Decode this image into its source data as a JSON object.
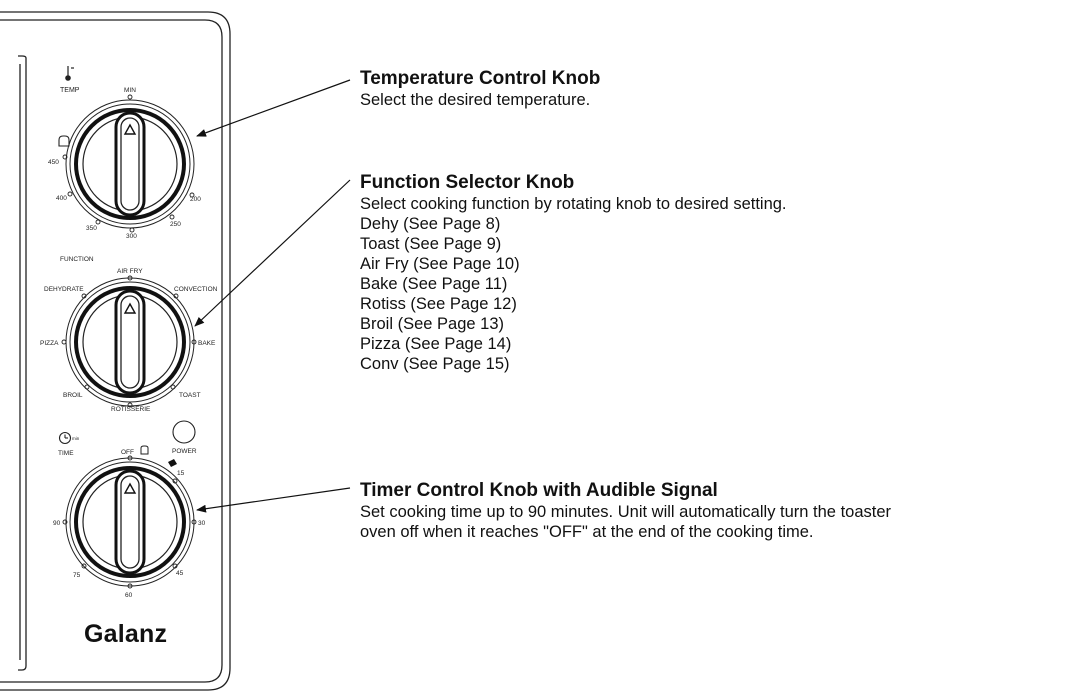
{
  "panel": {
    "temp_section_label": "TEMP",
    "temp_scale": {
      "min": "MIN",
      "t450": "450",
      "t400": "400",
      "t350": "350",
      "t300": "300",
      "t250": "250",
      "t200": "200"
    },
    "function_section_label": "FUNCTION",
    "function_scale": {
      "air_fry": "AIR FRY",
      "dehydrate": "DEHYDRATE",
      "convection": "CONVECTION",
      "pizza": "PIZZA",
      "bake": "BAKE",
      "broil": "BROIL",
      "toast": "TOAST",
      "rotisserie": "ROTISSERIE"
    },
    "time_section_label": "TIME",
    "time_icon_sub": "min",
    "power_label": "POWER",
    "timer_scale": {
      "off": "OFF",
      "m15": "15",
      "m30": "30",
      "m45": "45",
      "m60": "60",
      "m75": "75",
      "m90": "90"
    },
    "brand": "Galanz"
  },
  "callouts": {
    "temperature": {
      "title": "Temperature Control Knob",
      "lines": [
        "Select the desired temperature."
      ]
    },
    "function": {
      "title": "Function Selector Knob",
      "lines": [
        "Select cooking function by rotating knob to desired setting.",
        "Dehy (See Page 8)",
        "Toast (See Page 9)",
        "Air Fry (See Page 10)",
        "Bake (See Page 11)",
        "Rotiss (See Page 12)",
        "Broil (See Page 13)",
        "Pizza (See Page 14)",
        "Conv (See Page 15)"
      ]
    },
    "timer": {
      "title": "Timer Control Knob with Audible Signal",
      "lines": [
        "Set cooking time up to 90 minutes. Unit will automatically turn the toaster",
        "oven off when it reaches \"OFF\" at the end of the cooking time."
      ]
    }
  },
  "icons": {
    "thermometer": "thermometer-icon",
    "toast": "toast-icon",
    "clock": "clock-icon",
    "power": "power-light-icon",
    "pointer": "triangle-pointer-icon"
  }
}
